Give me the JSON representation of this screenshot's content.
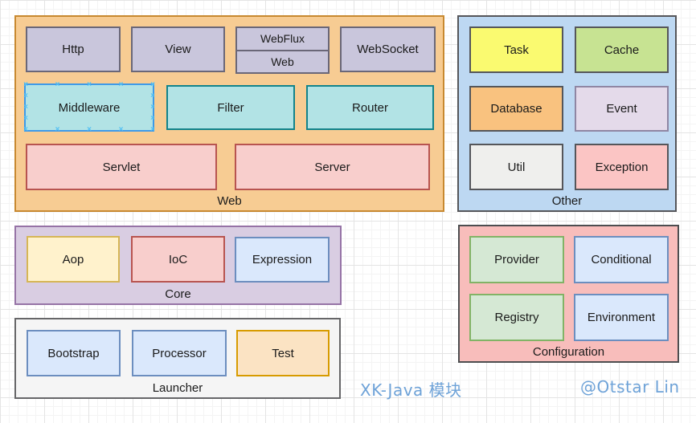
{
  "diagram": {
    "containers": {
      "web": {
        "label": "Web",
        "boxes": {
          "http": "Http",
          "view": "View",
          "webflux": "WebFlux",
          "web": "Web",
          "websocket": "WebSocket",
          "middleware": "Middleware",
          "filter": "Filter",
          "router": "Router",
          "servlet": "Servlet",
          "server": "Server"
        }
      },
      "other": {
        "label": "Other",
        "boxes": {
          "task": "Task",
          "cache": "Cache",
          "database": "Database",
          "event": "Event",
          "util": "Util",
          "exception": "Exception"
        }
      },
      "core": {
        "label": "Core",
        "boxes": {
          "aop": "Aop",
          "ioc": "IoC",
          "expression": "Expression"
        }
      },
      "launcher": {
        "label": "Launcher",
        "boxes": {
          "bootstrap": "Bootstrap",
          "processor": "Processor",
          "test": "Test"
        }
      },
      "configuration": {
        "label": "Configuration",
        "boxes": {
          "provider": "Provider",
          "conditional": "Conditional",
          "registry": "Registry",
          "environment": "Environment"
        }
      }
    },
    "captions": {
      "title": "XK-Java 模块",
      "author": "@Otstar Lin"
    },
    "selection": {
      "selected_box": "Middleware"
    },
    "colors": {
      "web_container_fill": "#F7CC93",
      "web_container_stroke": "#C88930",
      "module_purple_fill": "#C9C6DC",
      "module_purple_stroke": "#6A6778",
      "teal_fill": "#B2E3E5",
      "teal_stroke": "#12838B",
      "pink_fill": "#F8CECC",
      "pink_stroke": "#B85450",
      "other_container_fill": "#BDD8F2",
      "dark_stroke": "#55565A",
      "task_fill": "#FAFA70",
      "cache_fill": "#C7E392",
      "database_fill": "#F9C27F",
      "event_fill": "#E4DAEA",
      "util_fill": "#EFEFED",
      "exception_fill": "#FBC5C4",
      "core_container_fill": "#D9CDE2",
      "core_container_stroke": "#9673A6",
      "aop_fill": "#FFF2CC",
      "aop_stroke": "#D6B656",
      "blue_fill": "#DAE8FC",
      "blue_stroke": "#6C8EBF",
      "launcher_fill": "#F5F5F5",
      "test_fill": "#FBE3C3",
      "test_stroke": "#D79B00",
      "config_fill": "#F8BDBB",
      "green_fill": "#D5E8D4",
      "green_stroke": "#82B366",
      "caption_color": "#6FA3D8",
      "selection_stroke": "#3E9AE8",
      "connection_point_color": "#54C1F4"
    }
  }
}
